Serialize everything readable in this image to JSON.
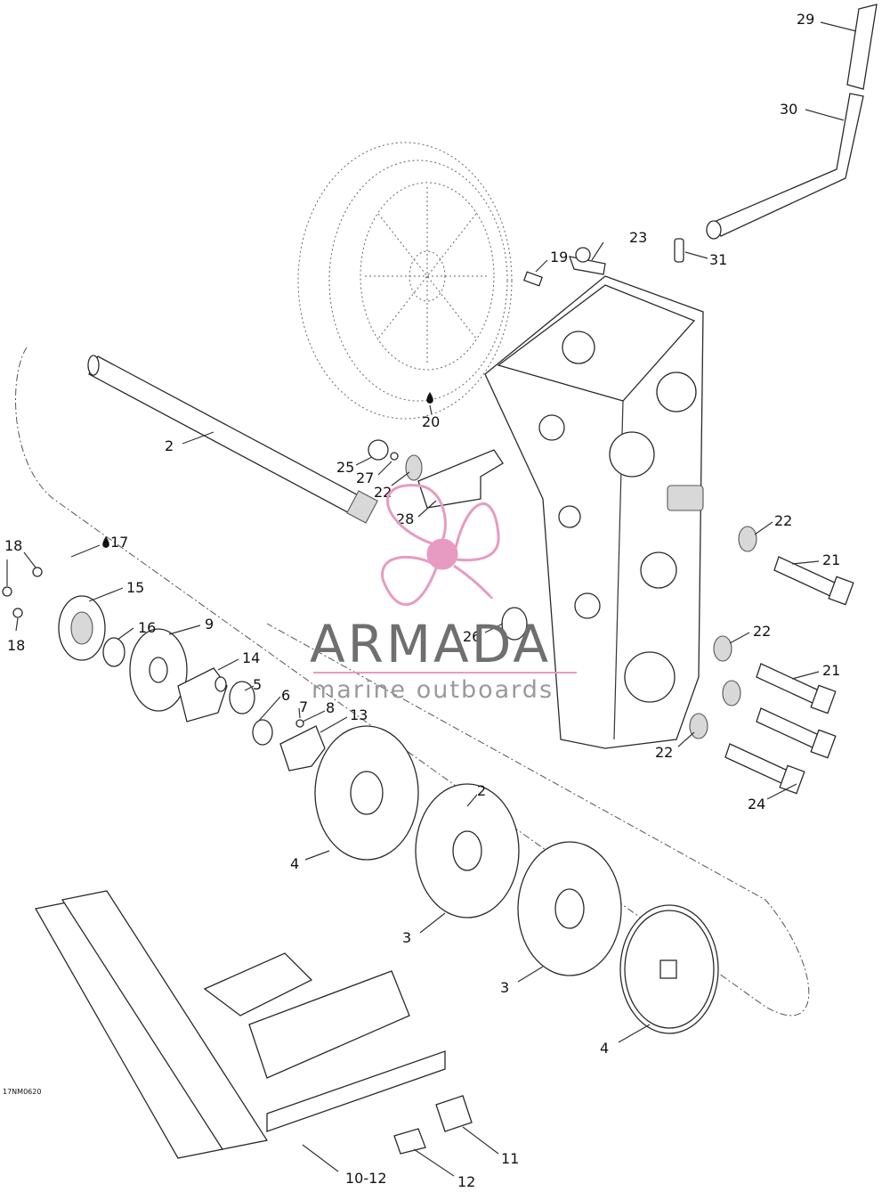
{
  "diagram": {
    "ref_code": "17NM0620",
    "part_callouts": [
      "29",
      "30",
      "23",
      "19",
      "31",
      "20",
      "2",
      "25",
      "27",
      "22",
      "28",
      "22",
      "21",
      "18",
      "17",
      "15",
      "16",
      "9",
      "18",
      "14",
      "5",
      "6",
      "7",
      "8",
      "13",
      "26",
      "22",
      "21",
      "22",
      "24",
      "2",
      "4",
      "3",
      "3",
      "4",
      "11",
      "10-12",
      "12"
    ],
    "lubricant_marks": [
      "oil-drop-icon",
      "oil-drop-icon"
    ]
  },
  "watermark": {
    "title": "ARMADA",
    "subtitle": "marine outboards",
    "logo": "propeller-logo-icon",
    "color": "#e79bc2"
  }
}
